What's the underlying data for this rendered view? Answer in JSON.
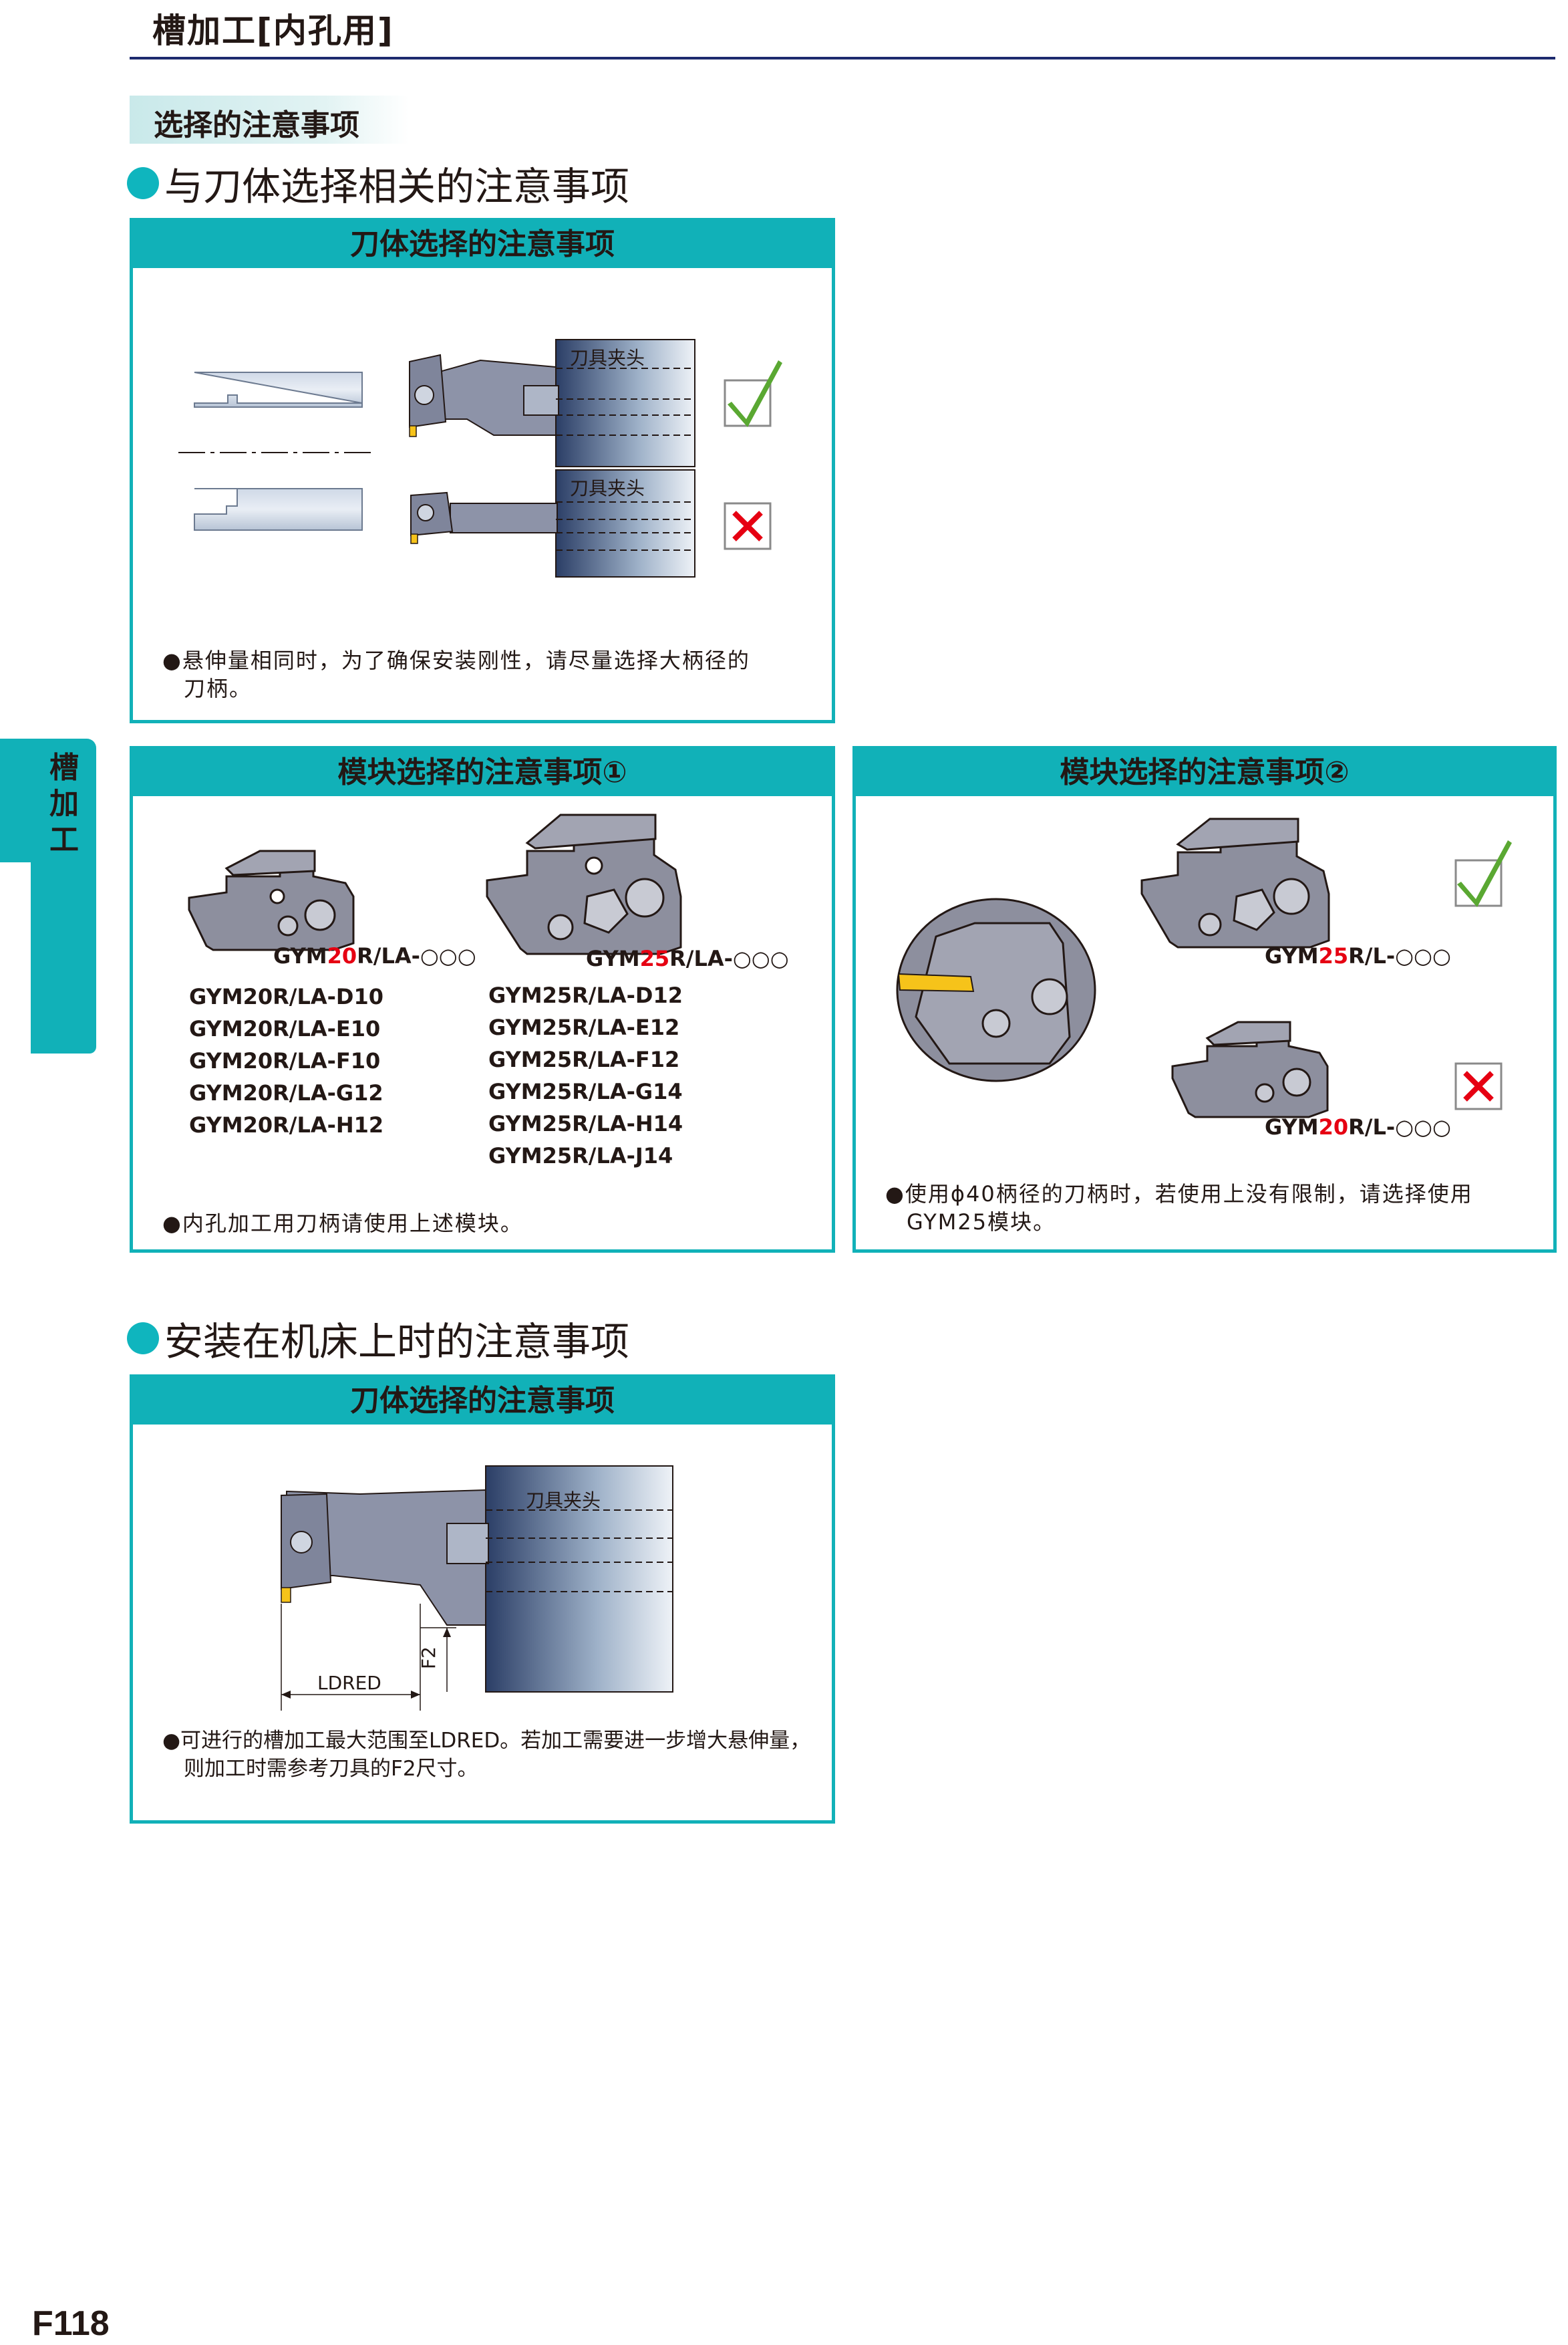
{
  "page_title": "槽加工[内孔用]",
  "section_tag": "选择的注意事项",
  "side_tab": [
    "槽",
    "加",
    "工"
  ],
  "section1": {
    "heading": "与刀体选择相关的注意事项",
    "box": {
      "title": "刀体选择的注意事项",
      "holder_label_1": "刀具夹头",
      "holder_label_2": "刀具夹头",
      "note_line1": "●悬伸量相同时，为了确保安装刚性，请尽量选择大柄径的",
      "note_line2": "刀柄。"
    }
  },
  "module1": {
    "title": "模块选择的注意事项①",
    "label_a_prefix": "GYM",
    "label_a_num": "20",
    "label_a_suffix": "R/LA-○○○",
    "label_b_prefix": "GYM",
    "label_b_num": "25",
    "label_b_suffix": "R/LA-○○○",
    "list_a": [
      "GYM20R/LA-D10",
      "GYM20R/LA-E10",
      "GYM20R/LA-F10",
      "GYM20R/LA-G12",
      "GYM20R/LA-H12"
    ],
    "list_b": [
      "GYM25R/LA-D12",
      "GYM25R/LA-E12",
      "GYM25R/LA-F12",
      "GYM25R/LA-G14",
      "GYM25R/LA-H14",
      "GYM25R/LA-J14"
    ],
    "note": "●内孔加工用刀柄请使用上述模块。"
  },
  "module2": {
    "title": "模块选择的注意事项②",
    "label_a_prefix": "GYM",
    "label_a_num": "25",
    "label_a_suffix": "R/L-○○○",
    "label_b_prefix": "GYM",
    "label_b_num": "20",
    "label_b_suffix": "R/L-○○○",
    "note_line1": "●使用ϕ40柄径的刀柄时，若使用上没有限制，请选择使用",
    "note_line2": "GYM25模块。"
  },
  "section2": {
    "heading": "安装在机床上时的注意事项",
    "box": {
      "title": "刀体选择的注意事项",
      "holder_label": "刀具夹头",
      "dim_ldred": "LDRED",
      "dim_f2": "F2",
      "note_line1": "●可进行的槽加工最大范围至LDRED。若加工需要进一步增大悬伸量，",
      "note_line2": "则加工时需参考刀具的F2尺寸。"
    }
  },
  "page_number": "F118",
  "colors": {
    "accent": "#11b1b8",
    "rule": "#1d2a6e",
    "ok": "#5aa832",
    "ng": "#e60012",
    "insert": "#f6c31a"
  },
  "icons": [
    "check-icon",
    "cross-icon"
  ]
}
